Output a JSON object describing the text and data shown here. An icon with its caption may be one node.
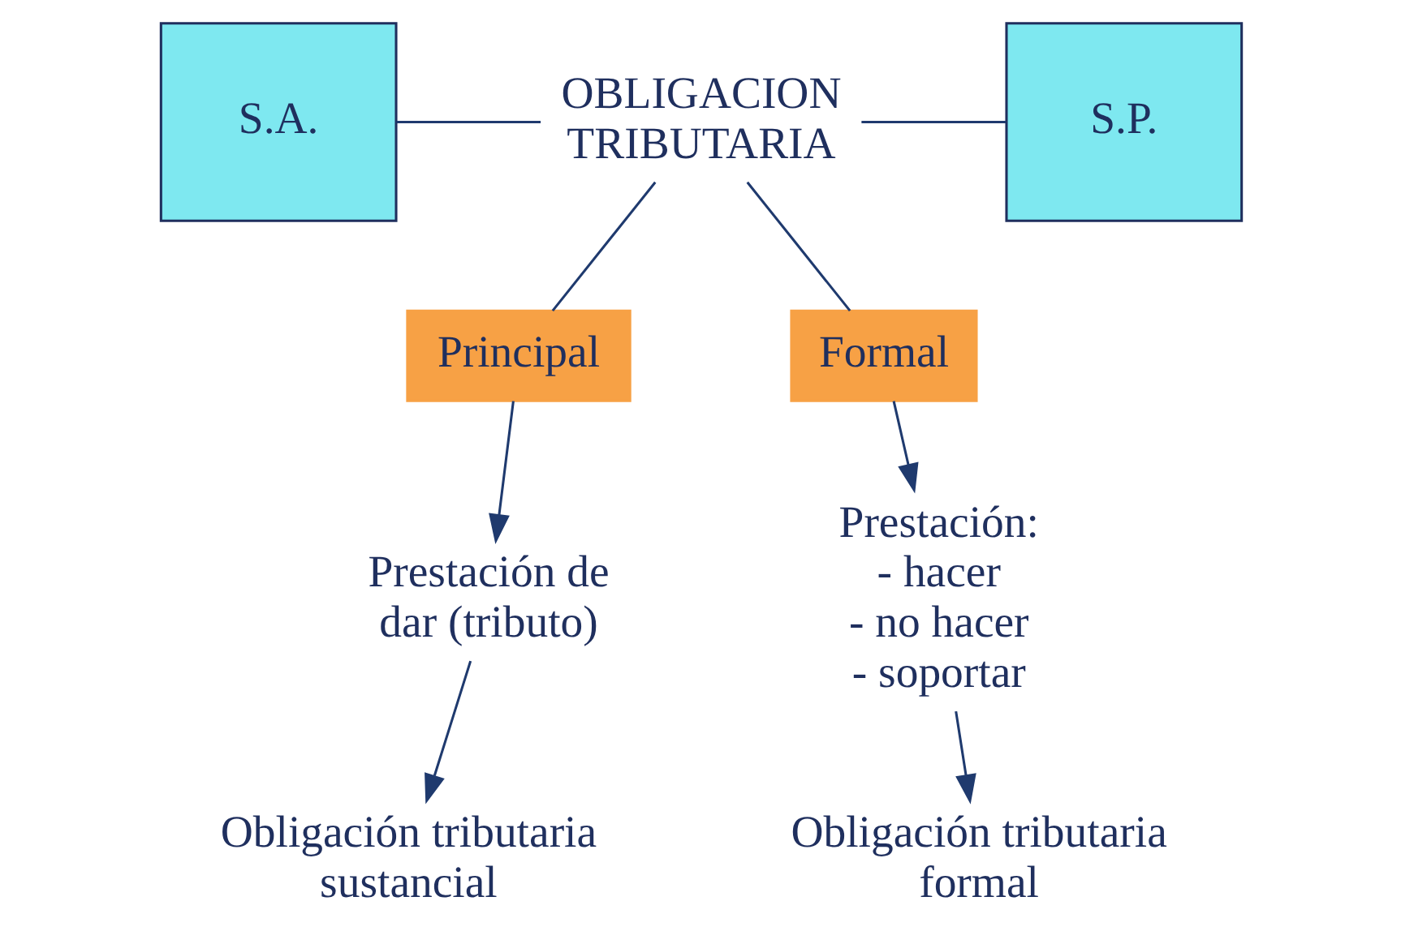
{
  "diagram": {
    "nodes": [
      {
        "text": [
          "S.A."
        ]
      },
      {
        "text": [
          "OBLIGACION TRIBUTARIA"
        ]
      },
      {
        "text": [
          "S.P."
        ]
      },
      {
        "text": [
          "Principal"
        ]
      },
      {
        "text": [
          "Formal"
        ]
      },
      {
        "text": [
          "Prestación de dar (tributo)"
        ]
      },
      {
        "text": [
          "Prestación:",
          "- hacer",
          "- no hacer",
          "- soportar"
        ]
      },
      {
        "text": [
          "Obligación tributaria sustancial"
        ]
      },
      {
        "text": [
          "Obligación tributaria formal"
        ]
      }
    ],
    "edges": [
      {
        "from": 0,
        "to": 1,
        "arrow": "none"
      },
      {
        "from": 1,
        "to": 2,
        "arrow": "none"
      },
      {
        "from": 1,
        "to": 3,
        "arrow": "none"
      },
      {
        "from": 1,
        "to": 4,
        "arrow": "none"
      },
      {
        "from": 3,
        "to": 5,
        "arrow": "to"
      },
      {
        "from": 4,
        "to": 6,
        "arrow": "to"
      },
      {
        "from": 5,
        "to": 7,
        "arrow": "to"
      },
      {
        "from": 6,
        "to": 8,
        "arrow": "to"
      }
    ]
  }
}
